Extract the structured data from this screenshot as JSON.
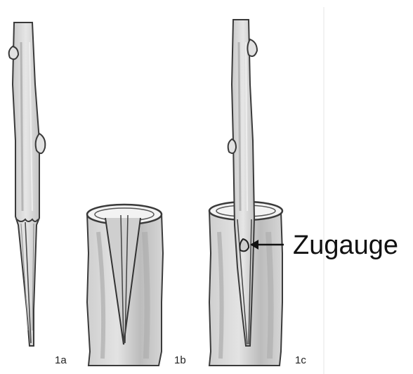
{
  "figure": {
    "panels": [
      {
        "label": "1a"
      },
      {
        "label": "1b"
      },
      {
        "label": "1c"
      }
    ],
    "callout": {
      "text": "Zugauge"
    },
    "colors": {
      "stroke": "#3a3a3a",
      "wood_fill": "#dcdcdc",
      "wood_shadow": "#b9b9b9",
      "background": "#ffffff"
    }
  }
}
